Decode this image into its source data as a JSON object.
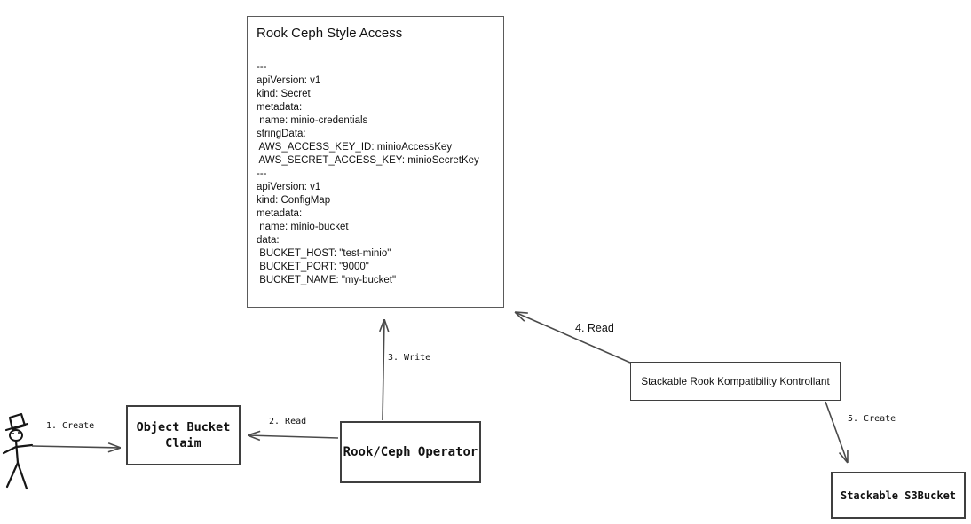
{
  "diagram": {
    "yaml_box": {
      "title": "Rook Ceph Style Access",
      "lines": [
        "---",
        "apiVersion: v1",
        "kind: Secret",
        "metadata:",
        " name: minio-credentials",
        "stringData:",
        " AWS_ACCESS_KEY_ID: minioAccessKey",
        " AWS_SECRET_ACCESS_KEY: minioSecretKey",
        "---",
        "apiVersion: v1",
        "kind: ConfigMap",
        "metadata:",
        " name: minio-bucket",
        "data:",
        " BUCKET_HOST: \"test-minio\"",
        " BUCKET_PORT: \"9000\"",
        " BUCKET_NAME: \"my-bucket\""
      ]
    },
    "nodes": {
      "object_bucket_claim": "Object Bucket\nClaim",
      "rook_ceph_operator": "Rook/Ceph Operator",
      "kontrollant": "Stackable Rook Kompatibility Kontrollant",
      "s3bucket": "Stackable S3Bucket"
    },
    "edges": {
      "create_obc": "1. Create",
      "read_obc": "2. Read",
      "write_secret": "3. Write",
      "read_secret": "4. Read",
      "create_s3bucket": "5. Create"
    },
    "actor": "person (stick figure with top hat)",
    "colors": {
      "line": "#4a4a4a",
      "box_border": "#3f3f3f",
      "yaml_box_border": "#5a5a5a",
      "text": "#111111",
      "background": "#ffffff"
    }
  }
}
